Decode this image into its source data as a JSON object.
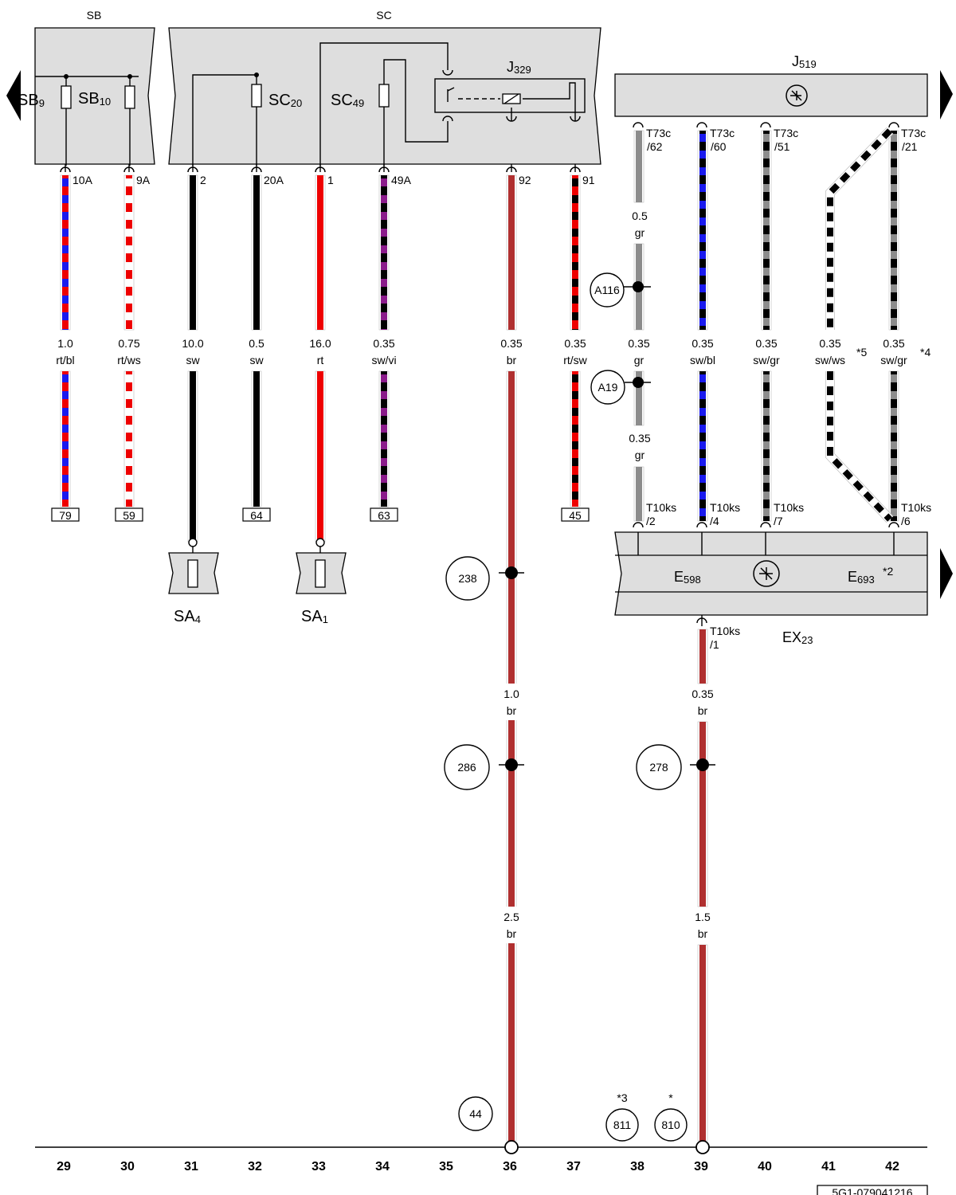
{
  "colors": {
    "housing": "#dedede",
    "rt": "#ee0000",
    "bl": "#1a1aee",
    "ws": "#ffffff",
    "sw": "#000000",
    "vi": "#8a1a8a",
    "br": "#b03030",
    "gr": "#8c8c8c"
  },
  "boxes": {
    "sb": "SB",
    "sc": "SC",
    "j519": {
      "main": "J",
      "sub": "519"
    },
    "j329": {
      "main": "J",
      "sub": "329"
    },
    "ex23": {
      "main": "EX",
      "sub": "23"
    }
  },
  "fuses": {
    "sb9": {
      "main": "SB",
      "sub": "9"
    },
    "sb10": {
      "main": "SB",
      "sub": "10"
    },
    "sc20": {
      "main": "SC",
      "sub": "20"
    },
    "sc49": {
      "main": "SC",
      "sub": "49"
    },
    "sa4": {
      "main": "SA",
      "sub": "4"
    },
    "sa1": {
      "main": "SA",
      "sub": "1"
    }
  },
  "components": {
    "e598": {
      "main": "E",
      "sub": "598"
    },
    "e693": {
      "main": "E",
      "sub": "693",
      "note": "*2"
    }
  },
  "wires": [
    {
      "col": 29,
      "size": "1.0",
      "color": "rt/bl",
      "pin": "10A",
      "dest": "79"
    },
    {
      "col": 30,
      "size": "0.75",
      "color": "rt/ws",
      "pin": "9A",
      "dest": "59"
    },
    {
      "col": 31,
      "size": "10.0",
      "color": "sw",
      "pin": "2"
    },
    {
      "col": 32,
      "size": "0.5",
      "color": "sw",
      "pin": "20A",
      "dest": "64"
    },
    {
      "col": 33,
      "size": "16.0",
      "color": "rt",
      "pin": "1"
    },
    {
      "col": 34,
      "size": "0.35",
      "color": "sw/vi",
      "pin": "49A",
      "dest": "63"
    },
    {
      "col": 36,
      "size": "0.35",
      "color": "br",
      "pin": "92"
    },
    {
      "col": 37,
      "size": "0.35",
      "color": "rt/sw",
      "pin": "91",
      "dest": "45"
    },
    {
      "col": 38,
      "size": "0.35",
      "color": "gr",
      "pin": "T73c /62",
      "pin_bottom": "T10ks /2",
      "size_top": "0.5",
      "color_top": "gr",
      "size_low": "0.35",
      "color_low": "gr"
    },
    {
      "col": 39,
      "size": "0.35",
      "color": "sw/bl",
      "pin": "T73c /60",
      "pin_bottom": "T10ks /4"
    },
    {
      "col": 40,
      "size": "0.35",
      "color": "sw/gr",
      "pin": "T73c /51",
      "pin_bottom": "T10ks /7"
    },
    {
      "col": 41,
      "size": "0.35",
      "color": "sw/ws",
      "note": "*5"
    },
    {
      "col": 42,
      "size": "0.35",
      "color": "sw/gr",
      "pin": "T73c /21",
      "pin_bottom": "T10ks /6",
      "note": "*4"
    }
  ],
  "lower_wires": {
    "col36": [
      {
        "size": "1.0",
        "color": "br"
      },
      {
        "size": "2.5",
        "color": "br"
      }
    ],
    "col39": [
      {
        "pin": "T10ks /1"
      },
      {
        "size": "0.35",
        "color": "br"
      },
      {
        "size": "1.5",
        "color": "br"
      }
    ]
  },
  "connectors": {
    "a116": "A116",
    "a19": "A19"
  },
  "ground_points": [
    {
      "id": "238"
    },
    {
      "id": "286"
    },
    {
      "id": "278"
    },
    {
      "id": "44"
    },
    {
      "id": "811",
      "note": "*3"
    },
    {
      "id": "810",
      "note": "*"
    }
  ],
  "columns": [
    "29",
    "30",
    "31",
    "32",
    "33",
    "34",
    "35",
    "36",
    "37",
    "38",
    "39",
    "40",
    "41",
    "42"
  ],
  "doc_id": "5G1-079041216"
}
